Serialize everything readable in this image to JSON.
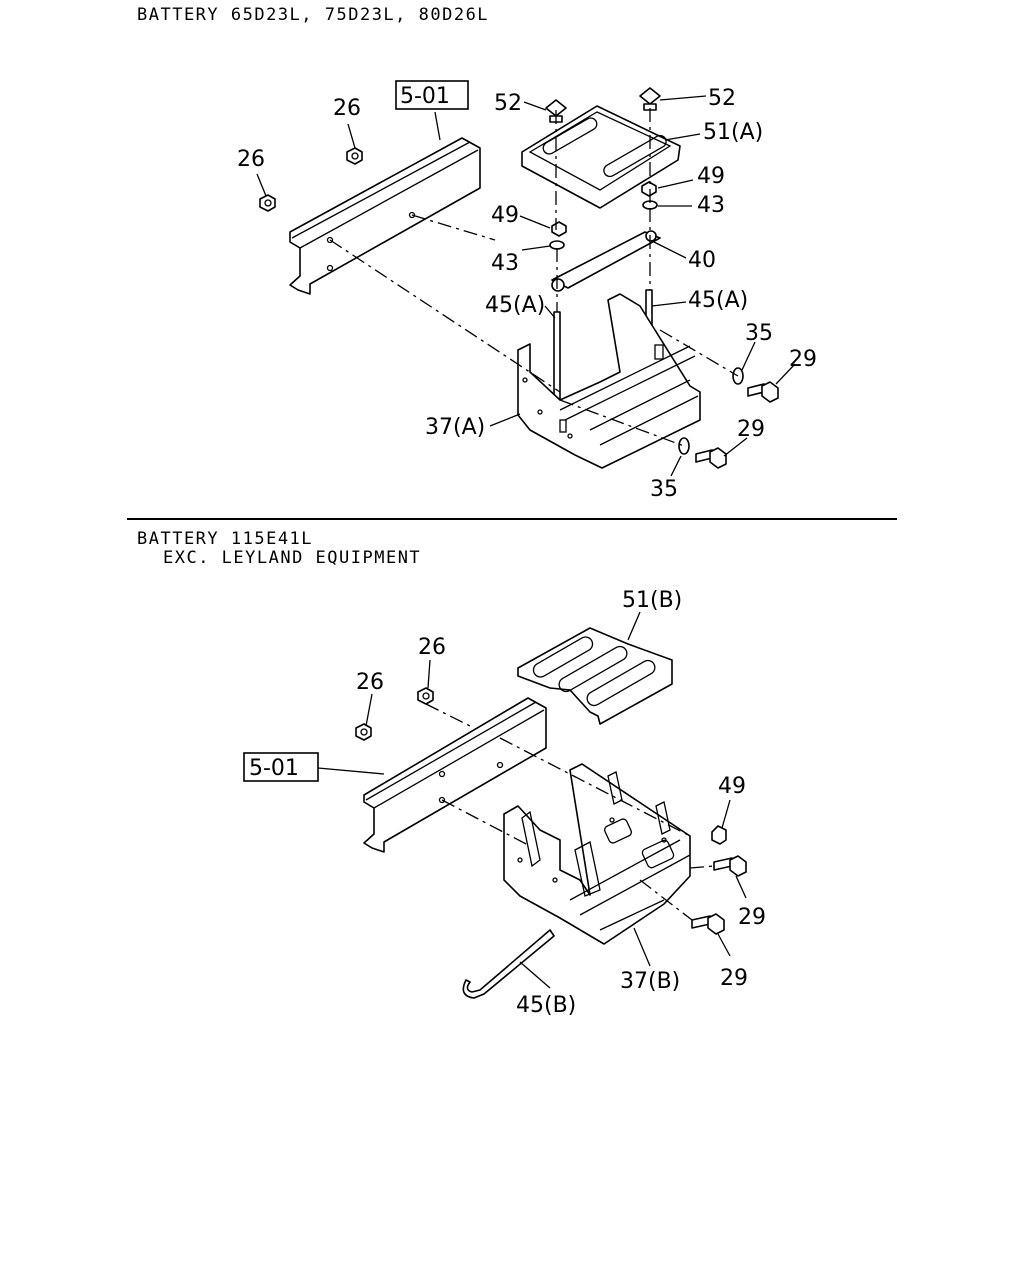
{
  "sections": [
    {
      "heading": "BATTERY 65D23L, 75D23L, 80D26L",
      "callouts": [
        "5-01",
        "26",
        "26",
        "52",
        "52",
        "51(A)",
        "49",
        "43",
        "49",
        "43",
        "40",
        "45(A)",
        "45(A)",
        "35",
        "29",
        "37(A)",
        "29",
        "35"
      ]
    },
    {
      "heading_line1": "BATTERY 115E41L",
      "heading_line2": "EXC. LEYLAND EQUIPMENT",
      "callouts": [
        "51(B)",
        "26",
        "26",
        "5-01",
        "49",
        "29",
        "29",
        "37(B)",
        "45(B)"
      ]
    }
  ]
}
